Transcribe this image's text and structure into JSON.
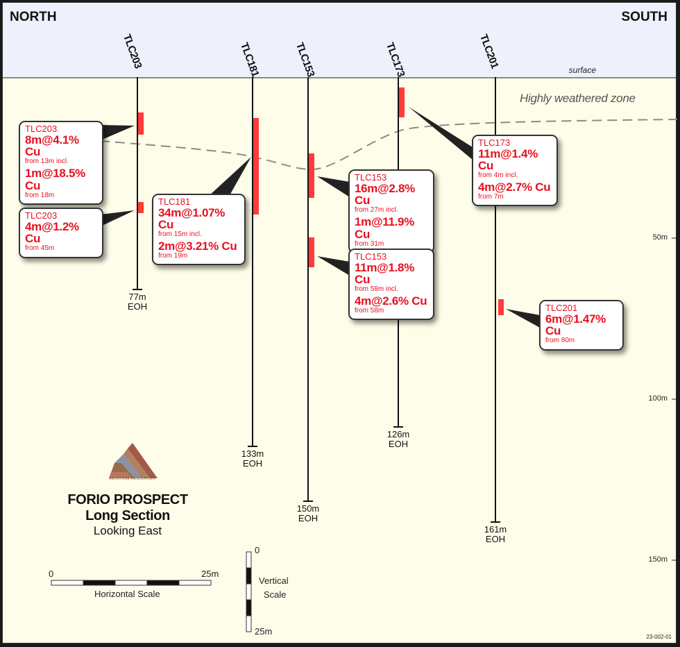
{
  "header": {
    "north_label": "NORTH",
    "south_label": "SOUTH",
    "surface_label": "surface"
  },
  "zones": {
    "weathered_label": "Highly weathered zone"
  },
  "colors": {
    "header_bg": "#eef1fb",
    "section_bg": "#fefde9",
    "intercept": "#ff3b3b",
    "callout_text": "#e8101e",
    "weathered_line": "#8a8a8a"
  },
  "holes": [
    {
      "id": "TLC203",
      "eoh_depth": "77m",
      "eoh_label": "EOH"
    },
    {
      "id": "TLC181",
      "eoh_depth": "133m",
      "eoh_label": "EOH"
    },
    {
      "id": "TLC153",
      "eoh_depth": "150m",
      "eoh_label": "EOH"
    },
    {
      "id": "TLC173",
      "eoh_depth": "126m",
      "eoh_label": "EOH"
    },
    {
      "id": "TLC201",
      "eoh_depth": "161m",
      "eoh_label": "EOH"
    }
  ],
  "callouts": [
    {
      "hole": "TLC203",
      "main1": "8m@4.1% Cu",
      "from1": "from 13m incl.",
      "main2": "1m@18.5% Cu",
      "from2": "from 18m"
    },
    {
      "hole": "TLC203",
      "main1": "4m@1.2% Cu",
      "from1": "from 45m"
    },
    {
      "hole": "TLC181",
      "main1": "34m@1.07% Cu",
      "from1": "from 15m incl.",
      "main2": "2m@3.21% Cu",
      "from2": "from 19m"
    },
    {
      "hole": "TLC153",
      "main1": "16m@2.8% Cu",
      "from1": "from 27m incl.",
      "main2": "1m@11.9% Cu",
      "from2": "from 31m"
    },
    {
      "hole": "TLC153",
      "main1": "11m@1.8% Cu",
      "from1": "from 58m incl.",
      "main2": "4m@2.6% Cu",
      "from2": "from 58m"
    },
    {
      "hole": "TLC173",
      "main1": "11m@1.4% Cu",
      "from1": "from 4m incl.",
      "main2": "4m@2.7% Cu",
      "from2": "from 7m"
    },
    {
      "hole": "TLC201",
      "main1": "6m@1.47% Cu",
      "from1": "from 80m"
    }
  ],
  "depth_scale": [
    "50m",
    "100m",
    "150m"
  ],
  "logo": {
    "text": "REDSTONE RESOURCES"
  },
  "title": {
    "line1": "FORIO PROSPECT",
    "line2": "Long Section",
    "line3": "Looking East"
  },
  "scales": {
    "horizontal": {
      "start": "0",
      "end": "25m",
      "label": "Horizontal Scale"
    },
    "vertical": {
      "start": "0",
      "end": "25m",
      "label_1": "Vertical",
      "label_2": "Scale"
    }
  },
  "drawing_ref": "23-002-01"
}
